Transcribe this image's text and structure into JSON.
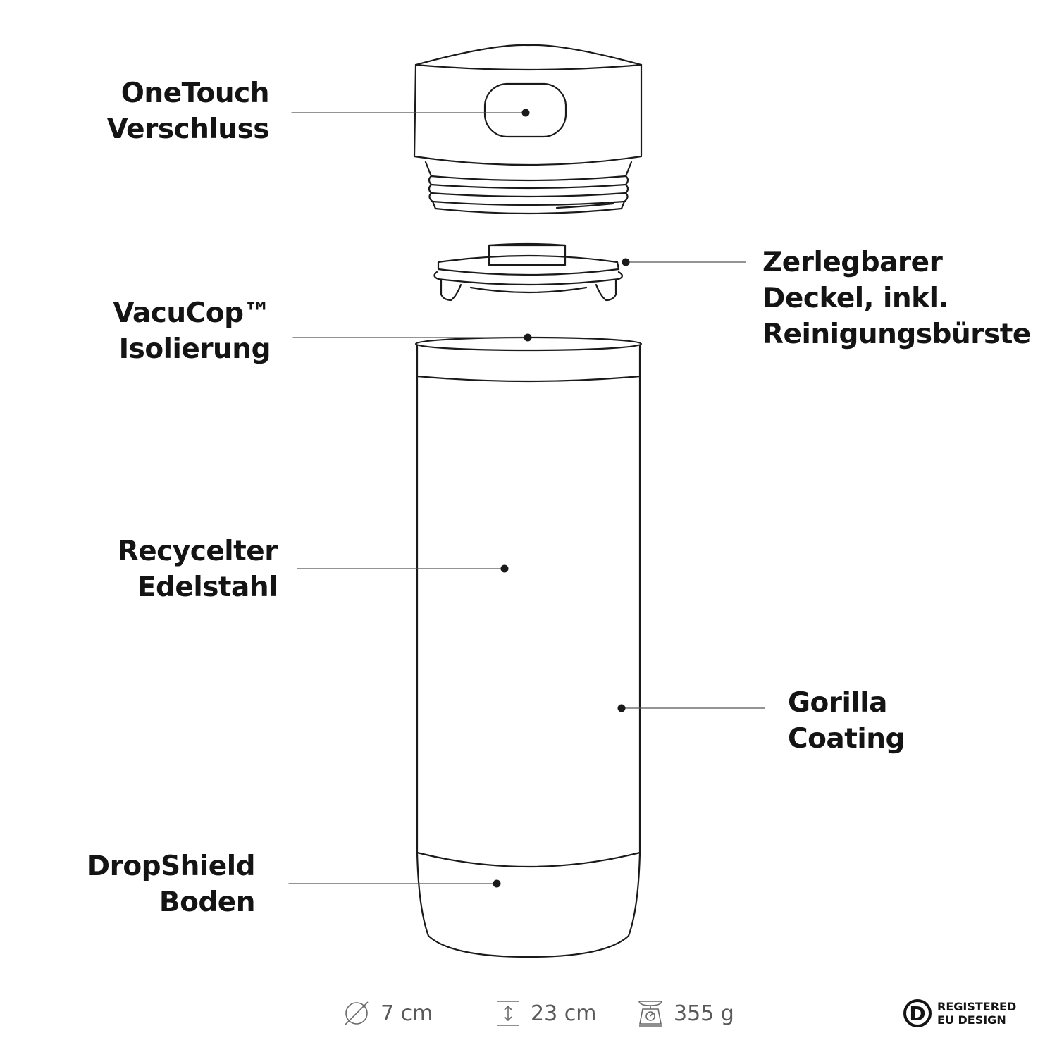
{
  "labels": {
    "onetouch": {
      "line1": "OneTouch",
      "line2": "Verschluss"
    },
    "lid": {
      "line1": "Zerlegbarer",
      "line2": "Deckel, inkl.",
      "line3": "Reinigungsbürste"
    },
    "vacucop": {
      "line1": "VacuCop™",
      "line2": "Isolierung"
    },
    "steel": {
      "line1": "Recycelter",
      "line2": "Edelstahl"
    },
    "coating": {
      "line1": "Gorilla",
      "line2": "Coating"
    },
    "dropshield": {
      "line1": "DropShield",
      "line2": "Boden"
    }
  },
  "specs": {
    "diameter": {
      "icon": "diameter-icon",
      "value": "7 cm"
    },
    "height": {
      "icon": "height-icon",
      "value": "23 cm"
    },
    "weight": {
      "icon": "scale-icon",
      "value": "355 g"
    }
  },
  "badge": {
    "letter": "D",
    "line1": "REGISTERED",
    "line2": "EU DESIGN"
  },
  "colors": {
    "text": "#141414",
    "spec_text": "#5a5a5a",
    "line": "#1a1a1a",
    "leader": "#555555"
  }
}
